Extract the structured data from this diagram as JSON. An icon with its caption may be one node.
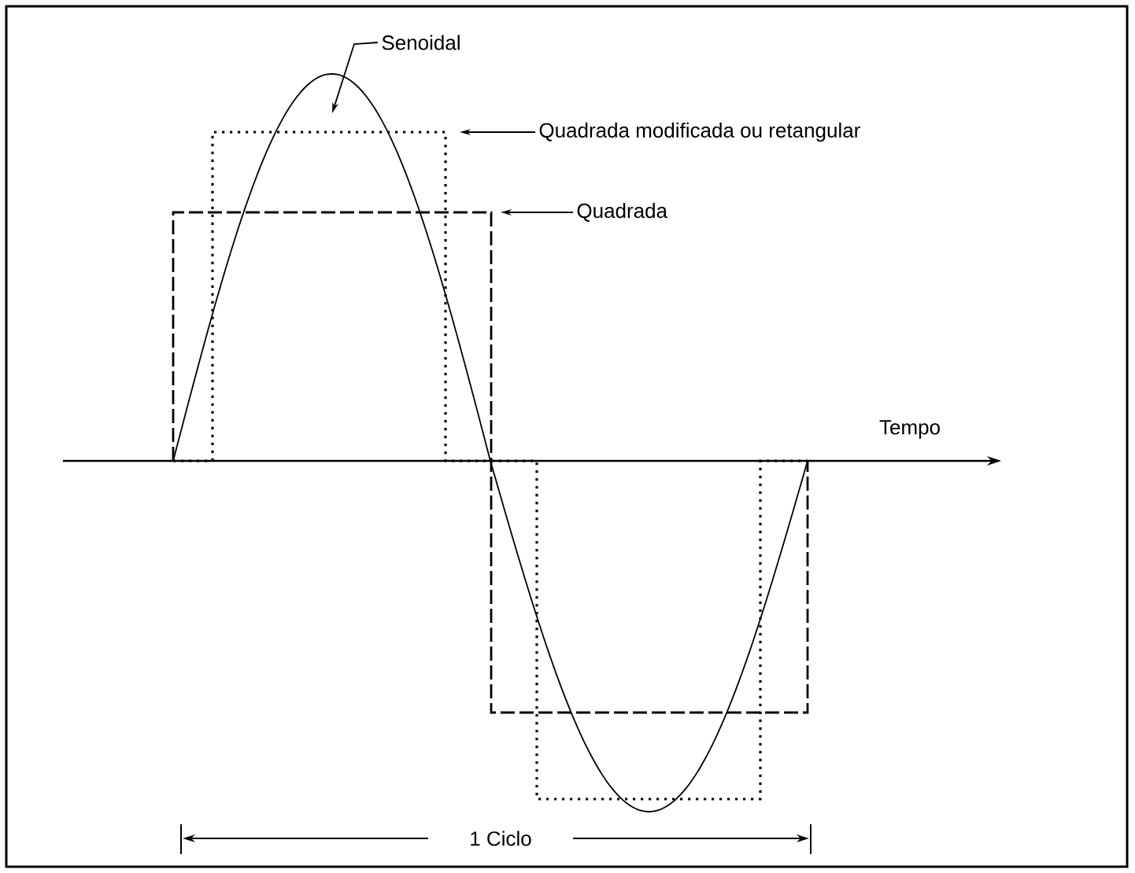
{
  "diagram": {
    "nodes": [
      {
        "text": [
          "Senoidal"
        ]
      },
      {
        "text": [
          "Quadrada modificada ou retangular"
        ]
      },
      {
        "text": [
          "Quadrada"
        ]
      }
    ],
    "edges": [
      {
        "from": 0,
        "to": null,
        "arrow": "to"
      },
      {
        "from": 1,
        "to": null,
        "arrow": "to"
      },
      {
        "from": 2,
        "to": null,
        "arrow": "to"
      }
    ],
    "labels": [
      "Tempo",
      "1 Ciclo"
    ]
  }
}
